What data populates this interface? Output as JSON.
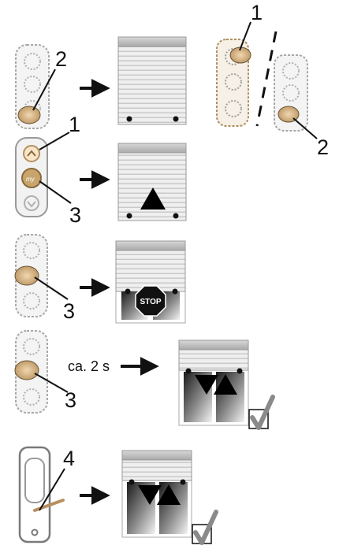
{
  "callouts": {
    "step1": {
      "num_a": "2"
    },
    "step1_aside": {
      "num_a": "1",
      "num_b": "2"
    },
    "step2": {
      "num_a": "1",
      "num_b": "3"
    },
    "step3": {
      "num_a": "3",
      "stop_label": "STOP"
    },
    "step4": {
      "num_a": "3",
      "duration": "ca. 2 s"
    },
    "step5": {
      "num_a": "4"
    }
  },
  "colors": {
    "ink": "#111111",
    "shutter_light": "#e6e6e6",
    "shutter_mid": "#c8c8c8",
    "shutter_dark": "#9a9a9a",
    "remote_outline": "#9a9a9a",
    "hand_skin": "#d9b98a",
    "check_gray": "#8a8a8a"
  },
  "icons": [
    "remote-control-icon",
    "hand-pressing-icon",
    "arrow-right-icon",
    "roller-shutter-icon",
    "up-triangle-icon",
    "stop-octagon-icon",
    "check-mark-icon",
    "paperclip-icon"
  ]
}
